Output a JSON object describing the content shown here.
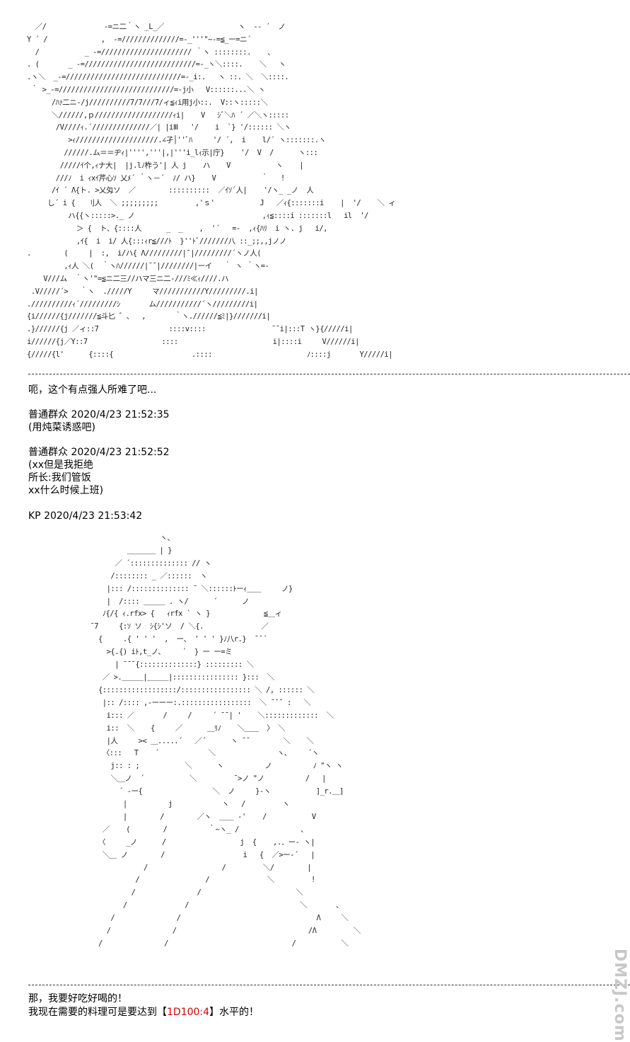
{
  "art_top": "  ／/              -=ニ二｀ヽ _L_／                  ヽ  ‐‐ ´  ノ\nY ´ /             ,  -=//////////////=-_'''\"~-=≦_ー=ニ´\n  /           _ -=////////////////////// ｀ヽ ::::::::.    、\n. (       _ -=///////////////////////////=-_ヽ＼::::.    ＼   ヽ\n.ヽ＼  _-=////////////////////////////=-_i:.   ヽ ::. ＼  ＼::::.\n ｀ >_-=////////////////////////////=-j小   V::::::...＼ ヽ\n      /ﾊｧ二ニ-/j//////////7/7///7/ィ≦ｨi用j小::.  V::ヽ:::::＼\n      ＼//////,ｐ///////////////////ｨi|    V   ｼﾞ＼ﾊ ´ ／＼ヽ:::::\n       /V////ｨ.´//////////////／| |iⅢ   '/    i  `} '/:::::: ＼ヽ\n          >ｨ////////////////////.∠孑│''ﾞﾊ     '/ ´,  i    l/´ ヽ:::::::.ヽ\n         //////.ム＝＝ヂｨ|'''','''|,|'''i_lｨ示|庁}    '/  V  /      ヽ:::\n        /////ｲ个,ｨナ大|  |j.lﾉ柞う'| 人 j    ハ    V           ヽ    |\n       ///ﾉ  i ｨxｲ芹心ｿ 乂ﾒ´ ｀ヽ－´  ﾉ/ ハ}    V           ｀   !\n      /ｲ ´ Λ{ト. >乂匁ソ  ／        ::::::::::  ／ｲｿ´人|    '/ヽ_ _ノ  人\n     し´ i {   刂人  ＼ ;;;;;;;;;         ,'ｓ'           J   ／ｨ{:::::::i    |  '/    ＼ ィ\n          ハ{{ヽ:::::>._ ノ                               ,ｨ≦::::i :::::::l   il  '/\n            ＞ {  ト、{::::人      _  _    ,  '´   =-  ,ｨ{ﾊﾘ  i ヽ. j   i/,\n            ,ｲ{  i  i/ 人{:::ｨr≦///ﾄ  }''ﾄﾞ///////八 ::_;;,,jノノ\n.        (     |  :,  i/ハ{ Λ/////////|¯|/////////´ヽノ人(\n         ,ｨ人 ＼(  ｀ヽﾊ//////|¯¯|////////|ーイ   ｀ ヽ ｀ヽ=-\n    V///ム  ｀ヽ'\"=≦ニ二三//ハマ三ニ二-///ﾐ≪ｨ////.ハ\n .V/////´>   ｀ヽ  ./////Y     マ///////////Y/////////.i|\n.//////////ｨ´/////////ｼ       ム///////////´ヽ/////////i|\n{i//////{j///////≦斗匕 ゛、  ,       ｀ヽ.//////≦ﾐ|}///////i|\n.}//////{j ／ィ::7                 ::::v::::                ¯¯i|:::T ヽ}{/////i|\ni//////{j／Y::7                  ::::                       i|::::i     V//////i|\n{/////{l'      {::::{                   .::::                       ﾉ::::j       Y/////i|",
  "art_bottom": "                                ヽ、\n                        ＿＿＿＿ | }\n                     ／ ´:::::::::::::: // ヽ\n                    /:::::::: _ ／::::::  ヽ\n                   |::: /:::::::::::::: ¯ ＼::::::ﾄーｨ＿＿     ノ}\n                   |  /:::: ＿＿＿ . ヽ/      ´      ノ\n                  ﾉ{/{ ｨ.rfx> {   ｨrfx ` ヽ }             ≦＿ィ\n               ¯7     {:ｿ ソ  ｼ{ｼ'ソ  / ＼{.              ／\n                 {     .{ ' ' '  ,  ー、 ' ' ' }ﾉ八r.}  ¯¯´ \n                   >{.{) iﾄ,t_ノ､     ´  } ー ー=ミ\n                     | ¯¯¯{::::::::::::::} ::::::::: ＼\n                  ／ >.＿＿＿|＿＿＿|:::::::::::::::: }:::  ＼\n                 {::::::::::::::::::/::::::::::::::::: ＼ /, :::::: ＼\n                  |:: /:::: ,-ーーー:.:::::::::::::::::  ＼ ¯¯¯ :   ＼\n                   i::: ／       /     /     ´ ¯¯| '    ＼:::::::::::::  ＼\n                   i::  ＼    {     ／      ＿ﾘﾉ    ＼＿＿  〉 ＼\n                   |人     >< ＿.....´   ／´      ヽ ¯¯        ＼    ＼\n                  〈:::   T    ´            ＼               ヽ、    ´ヽ\n                    j:: : ;           ＼      ヽ          ノ          ﾉ \"ヽ ヽ\n                    ＼＿ノ  ´           ＼         ¯>ノ \"ノ          /   |\n                      ´ ‐ー{                 ＼  ノ     }-ヽ           ]_r.＿]\n                       |          j            ヽ   /         ヽ\n                       |        /        ／ヽ  ＿＿ ‐'    /           V\n                  ／    (        /          ｀~ヽ_ /               、\n                 〈     _ノ      /                  j  {    ,.．ー- ヽ|\n                  ＼＿ ノ        /                   i   {  ／>ー-´   |\n                            /                  /         ＼/        |\n                          /                /              ＼         !\n                         /               /                       ＼\n                       /              /                           ＼       、\n                    /               /                                 Λ     ＼\n                   /               /                                /Λ         ＼\n                 /               /                              /           ＼",
  "line1": "呃，这个有点强人所难了吧...",
  "post2": {
    "name": "普通群众",
    "time": "2020/4/23 21:52:35"
  },
  "line2": "(用炖菜诱惑吧)",
  "post3": {
    "name": "普通群众",
    "time": "2020/4/23 21:52:52"
  },
  "line3a": "(xx但是我拒绝",
  "line3b": "所长:我们管饭",
  "line3c": "xx什么时候上班)",
  "post4": {
    "name": "KP",
    "time": "2020/4/23 21:53:42"
  },
  "final1": "那，我要好吃好喝的！",
  "final2_pre": "我现在需要的料理可是要达到【",
  "final2_dice": "1D100:4",
  "final2_post": "】水平的！",
  "watermark": "DMZJ.com",
  "colors": {
    "dice": "#d40000"
  }
}
